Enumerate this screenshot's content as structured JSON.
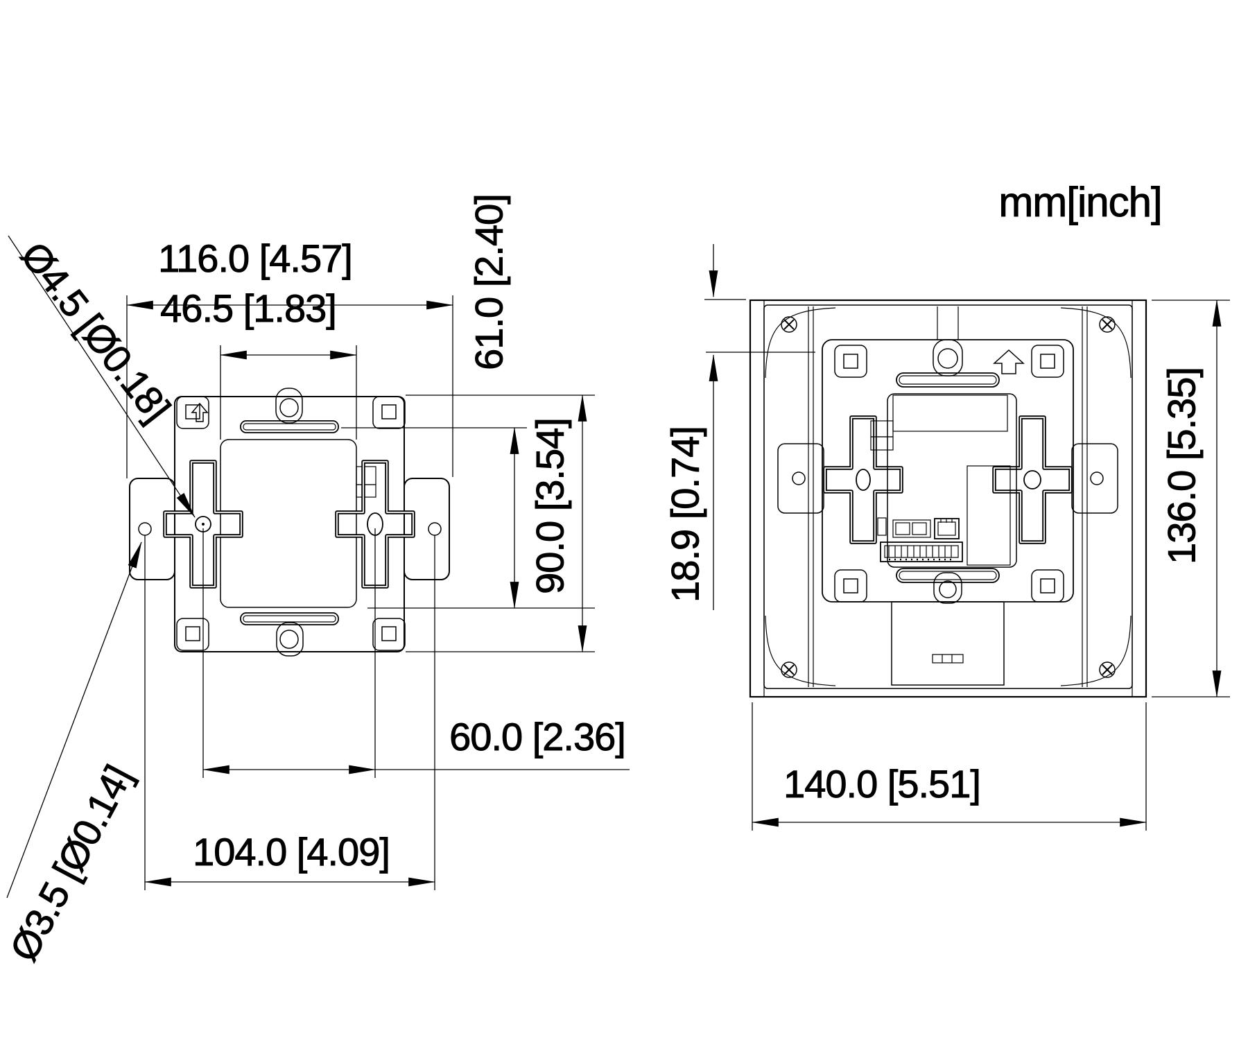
{
  "unit_label": "mm[inch]",
  "colors": {
    "line": "#000000",
    "background": "#ffffff"
  },
  "left_view": {
    "dim_overall_width": "116.0 [4.57]",
    "dim_opening_width": "46.5 [1.83]",
    "dim_upper_height": "61.0 [2.40]",
    "dim_overall_height": "90.0 [3.54]",
    "dim_keyhole_spacing": "60.0 [2.36]",
    "dim_screw_hole_spacing": "104.0 [4.09]",
    "label_keyhole_diameter": "Ø4.5 [Ø0.18]",
    "label_screw_hole_diameter": "Ø3.5 [Ø0.14]"
  },
  "right_view": {
    "dim_top_inset": "18.9 [0.74]",
    "dim_body_height": "136.0 [5.35]",
    "dim_body_width": "140.0 [5.51]"
  }
}
